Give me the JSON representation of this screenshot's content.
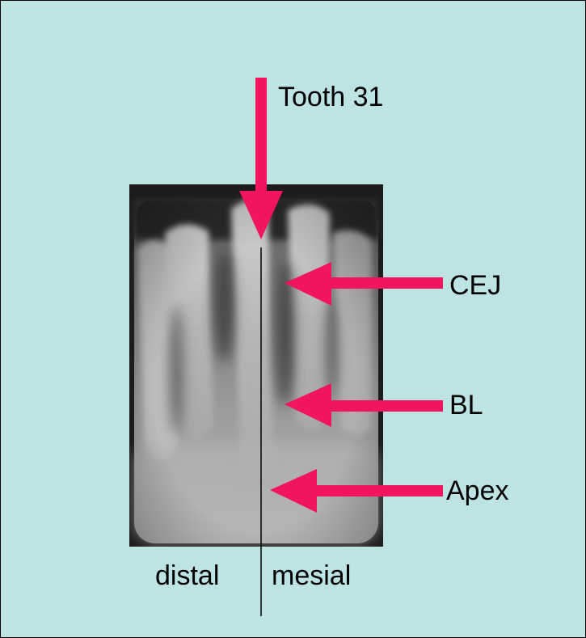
{
  "colors": {
    "background": "#bde3e3",
    "arrow": "#f0155e",
    "divider": "#000000"
  },
  "labels": {
    "tooth": "Tooth 31",
    "cej": "CEJ",
    "bl": "BL",
    "apex": "Apex",
    "distal": "distal",
    "mesial": "mesial"
  }
}
